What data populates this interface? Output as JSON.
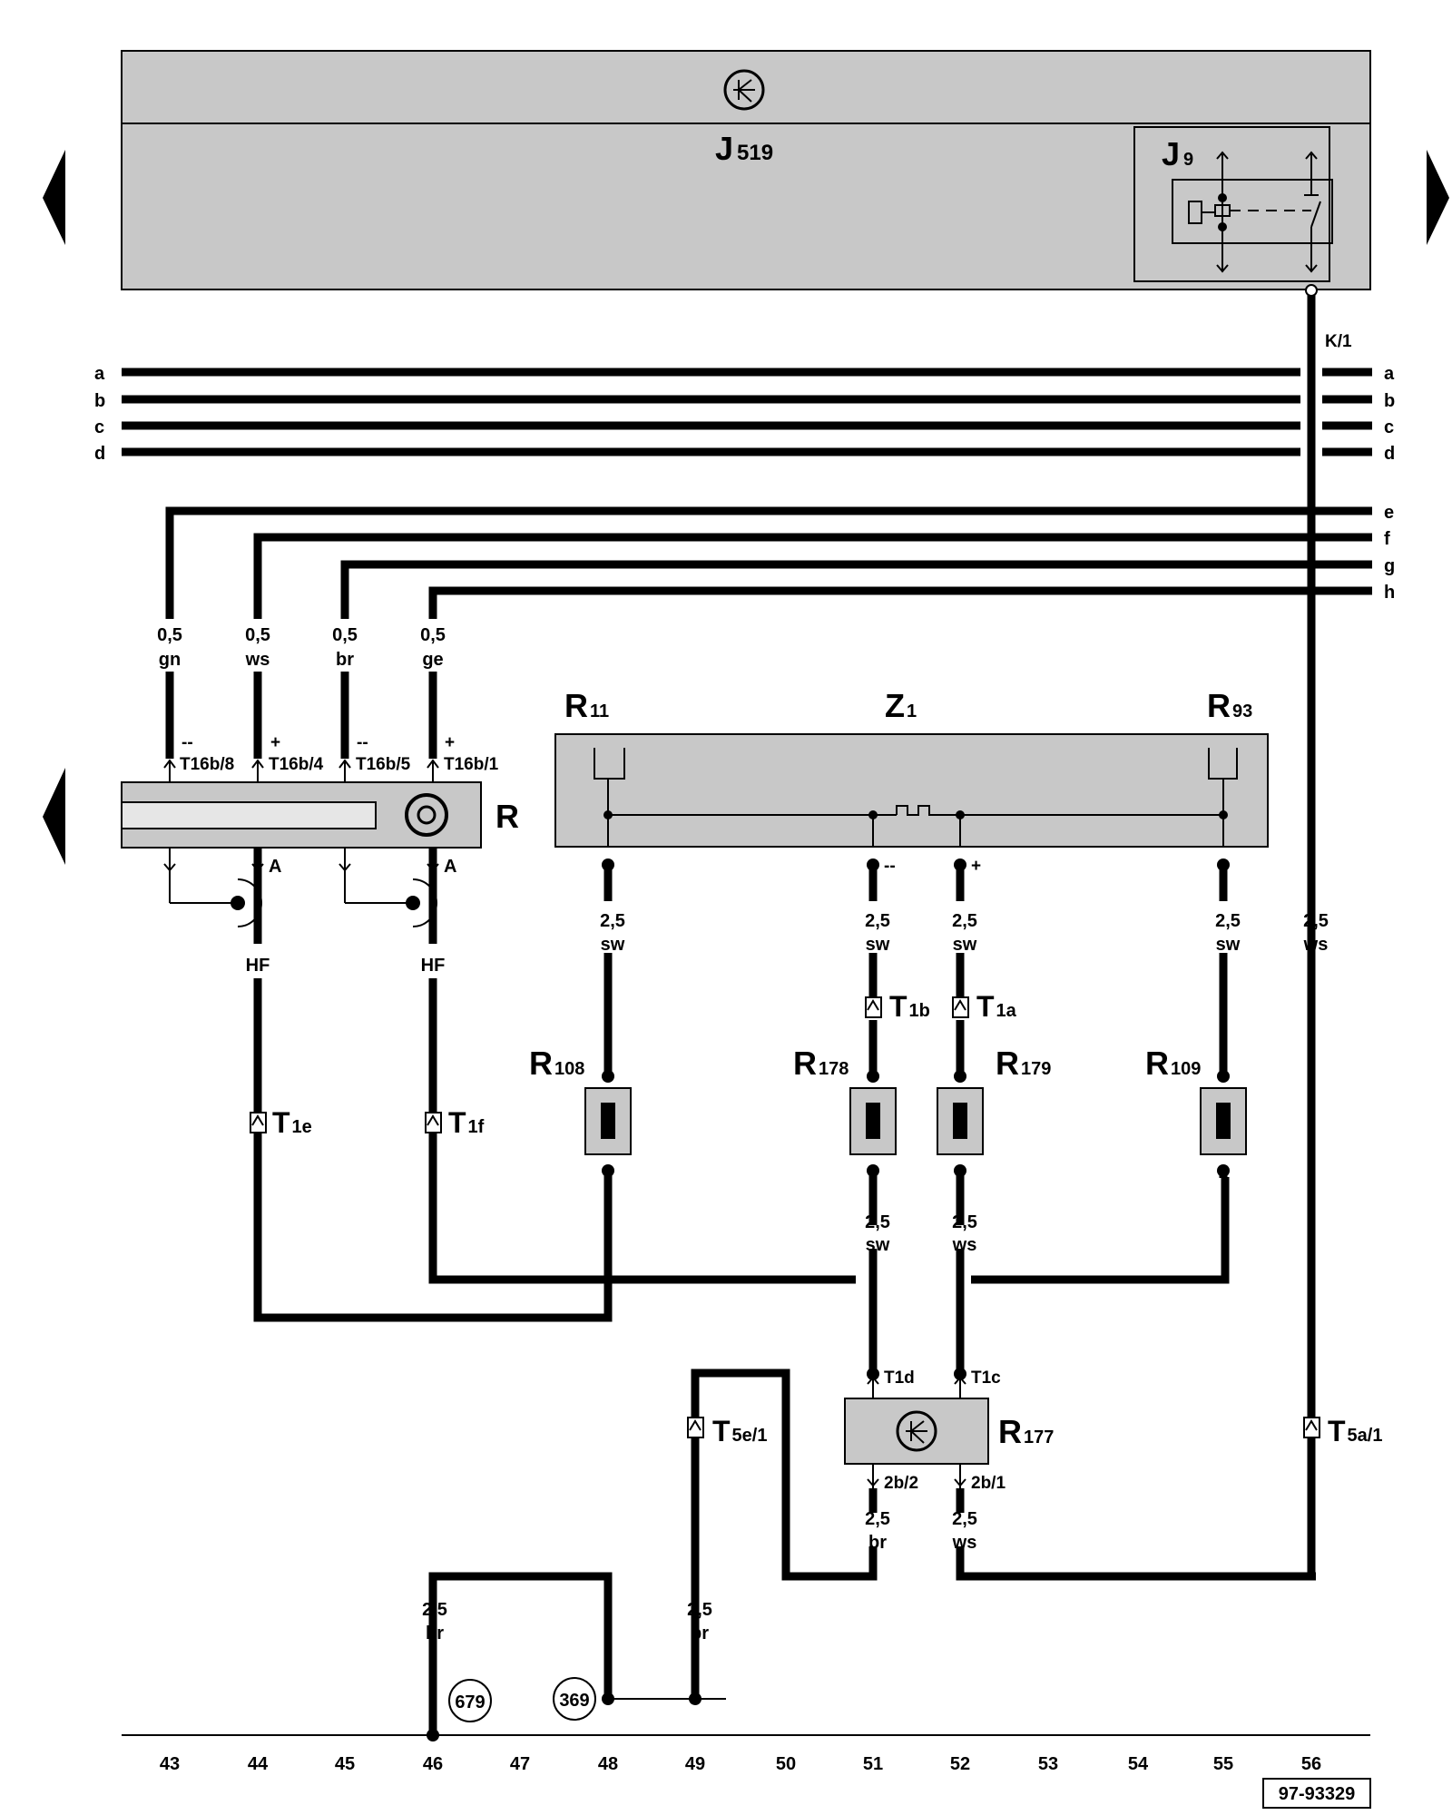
{
  "diagram": {
    "doc_number": "97-93329",
    "components": {
      "J519": {
        "letter": "J",
        "sub": "519"
      },
      "J9": {
        "letter": "J",
        "sub": "9"
      },
      "R": {
        "letter": "R"
      },
      "Z1": {
        "letter": "Z",
        "sub": "1"
      },
      "R11": {
        "letter": "R",
        "sub": "11"
      },
      "R93": {
        "letter": "R",
        "sub": "93"
      },
      "R108": {
        "letter": "R",
        "sub": "108"
      },
      "R178": {
        "letter": "R",
        "sub": "178"
      },
      "R179": {
        "letter": "R",
        "sub": "179"
      },
      "R109": {
        "letter": "R",
        "sub": "109"
      },
      "R177": {
        "letter": "R",
        "sub": "177"
      }
    },
    "bus_lines": [
      "a",
      "b",
      "c",
      "d",
      "e",
      "f",
      "g",
      "h"
    ],
    "connector_K1": "K/1",
    "radio_wires": [
      {
        "size": "0,5",
        "color": "gn",
        "polarity": "--",
        "pin": "T16b/8"
      },
      {
        "size": "0,5",
        "color": "ws",
        "polarity": "+",
        "pin": "T16b/4"
      },
      {
        "size": "0,5",
        "color": "br",
        "polarity": "--",
        "pin": "T16b/5"
      },
      {
        "size": "0,5",
        "color": "ge",
        "polarity": "+",
        "pin": "T16b/1"
      }
    ],
    "antenna_marks": [
      "A",
      "A"
    ],
    "hf_labels": [
      "HF",
      "HF"
    ],
    "connectors": {
      "T1e": {
        "letter": "T",
        "sub": "1e"
      },
      "T1f": {
        "letter": "T",
        "sub": "1f"
      },
      "T1a": {
        "letter": "T",
        "sub": "1a"
      },
      "T1b": {
        "letter": "T",
        "sub": "1b"
      },
      "T5e1": {
        "letter": "T",
        "sub": "5e/1"
      },
      "T5a1": {
        "letter": "T",
        "sub": "5a/1"
      }
    },
    "z1_polarity": {
      "minus": "--",
      "plus": "+"
    },
    "wire_specs": {
      "w51_top": {
        "size": "2,5",
        "color": "sw"
      },
      "w52_top": {
        "size": "2,5",
        "color": "sw"
      },
      "w48_top": {
        "size": "2,5",
        "color": "sw"
      },
      "w55_top": {
        "size": "2,5",
        "color": "sw"
      },
      "w56_top": {
        "size": "2,5",
        "color": "ws"
      },
      "w51_mid": {
        "size": "2,5",
        "color": "sw"
      },
      "w52_mid": {
        "size": "2,5",
        "color": "ws"
      },
      "w51_low": {
        "size": "2,5",
        "color": "br"
      },
      "w52_low": {
        "size": "2,5",
        "color": "ws"
      },
      "w46": {
        "size": "2,5",
        "color": "br"
      },
      "w49": {
        "size": "2,5",
        "color": "br"
      }
    },
    "r177_pins": {
      "t1d": "T1d",
      "t1c": "T1c",
      "p2b2": "2b/2",
      "p2b1": "2b/1"
    },
    "ground_points": [
      "679",
      "369"
    ],
    "grid_numbers": [
      "43",
      "44",
      "45",
      "46",
      "47",
      "48",
      "49",
      "50",
      "51",
      "52",
      "53",
      "54",
      "55",
      "56"
    ]
  }
}
